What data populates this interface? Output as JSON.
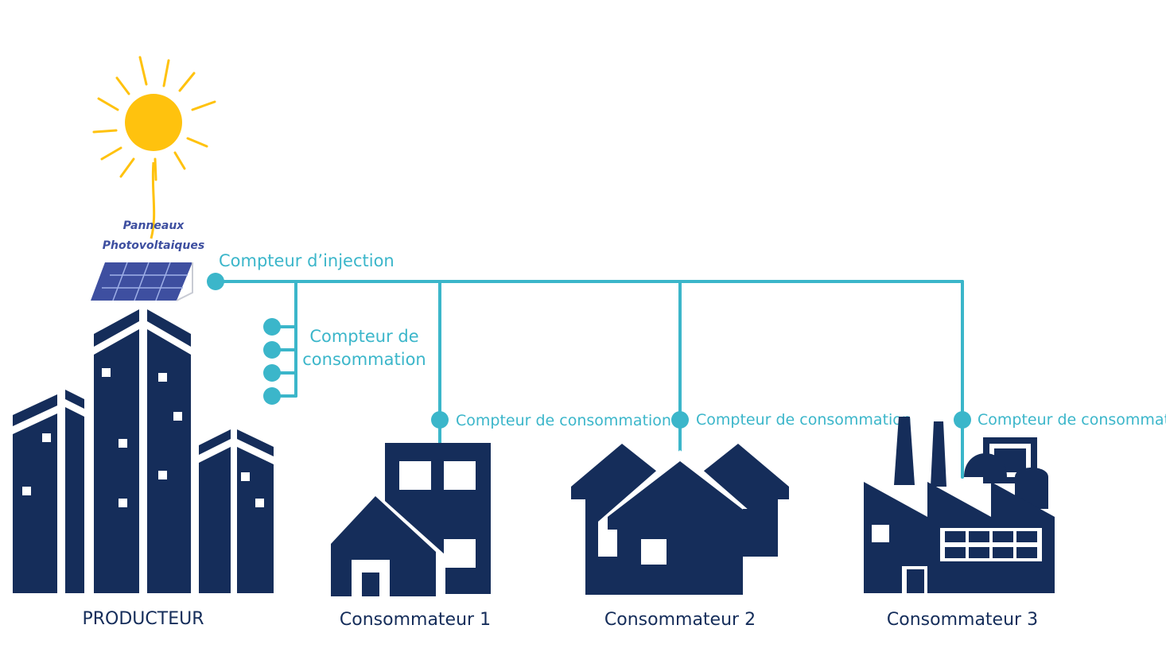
{
  "labels": {
    "panel_line1": "Panneaux",
    "panel_line2": "Photovoltaiques",
    "injection_meter": "Compteur d’injection",
    "producer_meter_line1": "Compteur de",
    "producer_meter_line2": "consommation",
    "consumer_meter": "Compteur de consommation",
    "producer": "PRODUCTEUR",
    "consumer1": "Consommateur 1",
    "consumer2": "Consommateur 2",
    "consumer3": "Consommateur 3"
  },
  "colors": {
    "navy": "#152d5a",
    "wire": "#3bb6ca",
    "sun": "#ffc20e",
    "panel": "#3e4fa0"
  }
}
